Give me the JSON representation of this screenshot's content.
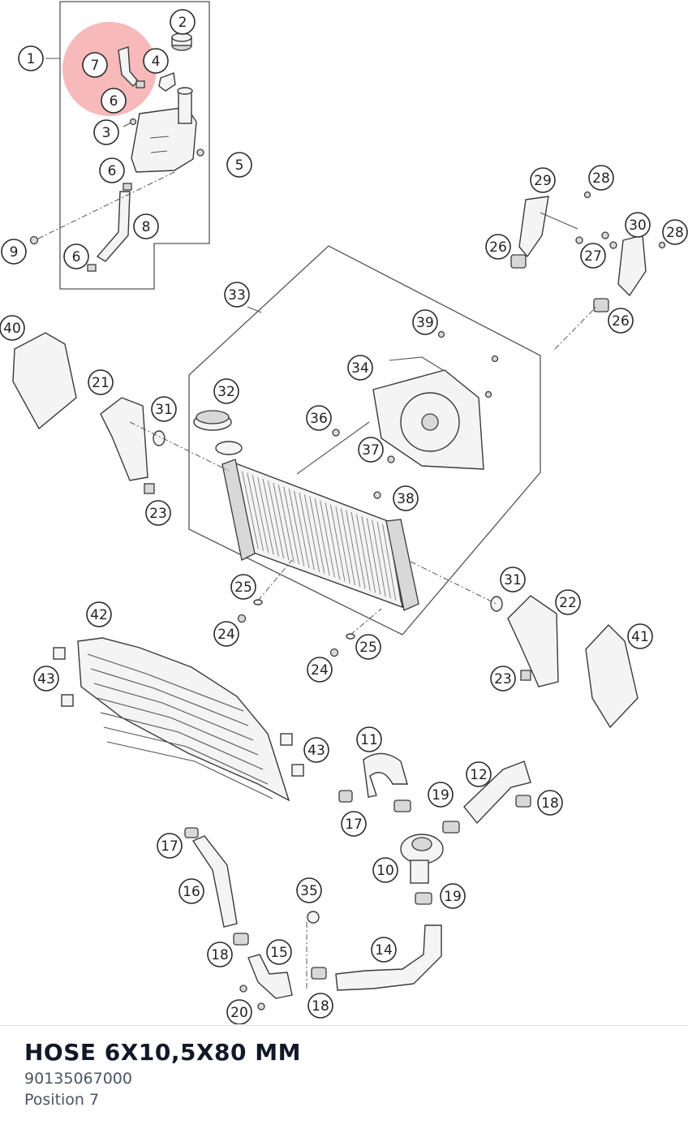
{
  "highlight": {
    "label": "7",
    "color": "#f08080"
  },
  "callouts": [
    {
      "label": "1"
    },
    {
      "label": "2"
    },
    {
      "label": "3"
    },
    {
      "label": "4"
    },
    {
      "label": "5"
    },
    {
      "label": "6"
    },
    {
      "label": "6"
    },
    {
      "label": "6"
    },
    {
      "label": "7"
    },
    {
      "label": "8"
    },
    {
      "label": "9"
    },
    {
      "label": "10"
    },
    {
      "label": "11"
    },
    {
      "label": "12"
    },
    {
      "label": "14"
    },
    {
      "label": "15"
    },
    {
      "label": "16"
    },
    {
      "label": "17"
    },
    {
      "label": "17"
    },
    {
      "label": "18"
    },
    {
      "label": "18"
    },
    {
      "label": "18"
    },
    {
      "label": "19"
    },
    {
      "label": "19"
    },
    {
      "label": "20"
    },
    {
      "label": "21"
    },
    {
      "label": "22"
    },
    {
      "label": "23"
    },
    {
      "label": "23"
    },
    {
      "label": "24"
    },
    {
      "label": "24"
    },
    {
      "label": "25"
    },
    {
      "label": "25"
    },
    {
      "label": "26"
    },
    {
      "label": "26"
    },
    {
      "label": "27"
    },
    {
      "label": "28"
    },
    {
      "label": "28"
    },
    {
      "label": "29"
    },
    {
      "label": "30"
    },
    {
      "label": "31"
    },
    {
      "label": "31"
    },
    {
      "label": "32"
    },
    {
      "label": "33"
    },
    {
      "label": "34"
    },
    {
      "label": "35"
    },
    {
      "label": "36"
    },
    {
      "label": "37"
    },
    {
      "label": "38"
    },
    {
      "label": "39"
    },
    {
      "label": "40"
    },
    {
      "label": "41"
    },
    {
      "label": "42"
    },
    {
      "label": "43"
    },
    {
      "label": "43"
    }
  ],
  "part": {
    "name": "HOSE 6X10,5X80 MM",
    "number": "90135067000",
    "position": "Position 7"
  }
}
